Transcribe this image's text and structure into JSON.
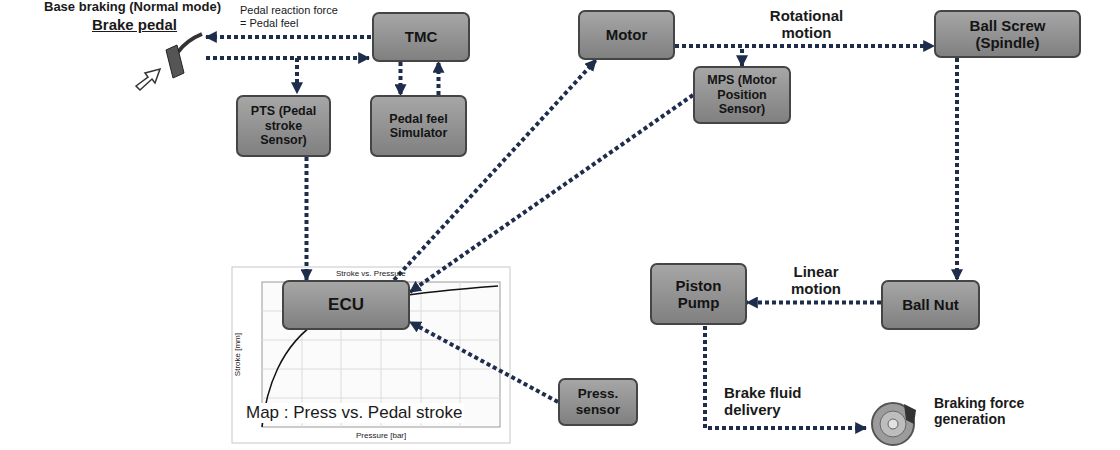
{
  "diagram": {
    "title": "Base braking (Normal mode)",
    "nodes": [
      {
        "text": [
          "TMC"
        ]
      },
      {
        "text": [
          "PTS (Pedal stroke Sensor)"
        ]
      },
      {
        "text": [
          "Pedal feel Simulator"
        ]
      },
      {
        "text": [
          "Motor"
        ]
      },
      {
        "text": [
          "MPS (Motor Position Sensor)"
        ]
      },
      {
        "text": [
          "Ball Screw (Spindle)"
        ]
      },
      {
        "text": [
          "ECU"
        ]
      },
      {
        "text": [
          "Piston Pump"
        ]
      },
      {
        "text": [
          "Ball Nut"
        ]
      },
      {
        "text": [
          "Press. sensor"
        ]
      }
    ],
    "edges": [
      {
        "from": 1,
        "to": 6,
        "arrow": "to"
      },
      {
        "from": 0,
        "to": 2,
        "arrow": "to"
      },
      {
        "from": 2,
        "to": 0,
        "arrow": "to"
      },
      {
        "from": 6,
        "to": 3,
        "arrow": "to"
      },
      {
        "from": 4,
        "to": 6,
        "arrow": "to"
      },
      {
        "from": 3,
        "to": 5,
        "arrow": "to",
        "label": "Rotational motion"
      },
      {
        "from": 3,
        "to": 4,
        "arrow": "to"
      },
      {
        "from": 5,
        "to": 8,
        "arrow": "to"
      },
      {
        "from": 8,
        "to": 7,
        "arrow": "to",
        "label": "Linear motion"
      },
      {
        "from": 9,
        "to": 6,
        "arrow": "to"
      }
    ],
    "labels": [
      "Brake pedal",
      "Pedal reaction force = Pedal feel",
      "Stroke vs. Pressure",
      "Stroke [mm]",
      "Pressure [bar]",
      "Map : Press vs. Pedal stroke",
      "Brake fluid delivery",
      "Braking force generation"
    ]
  }
}
